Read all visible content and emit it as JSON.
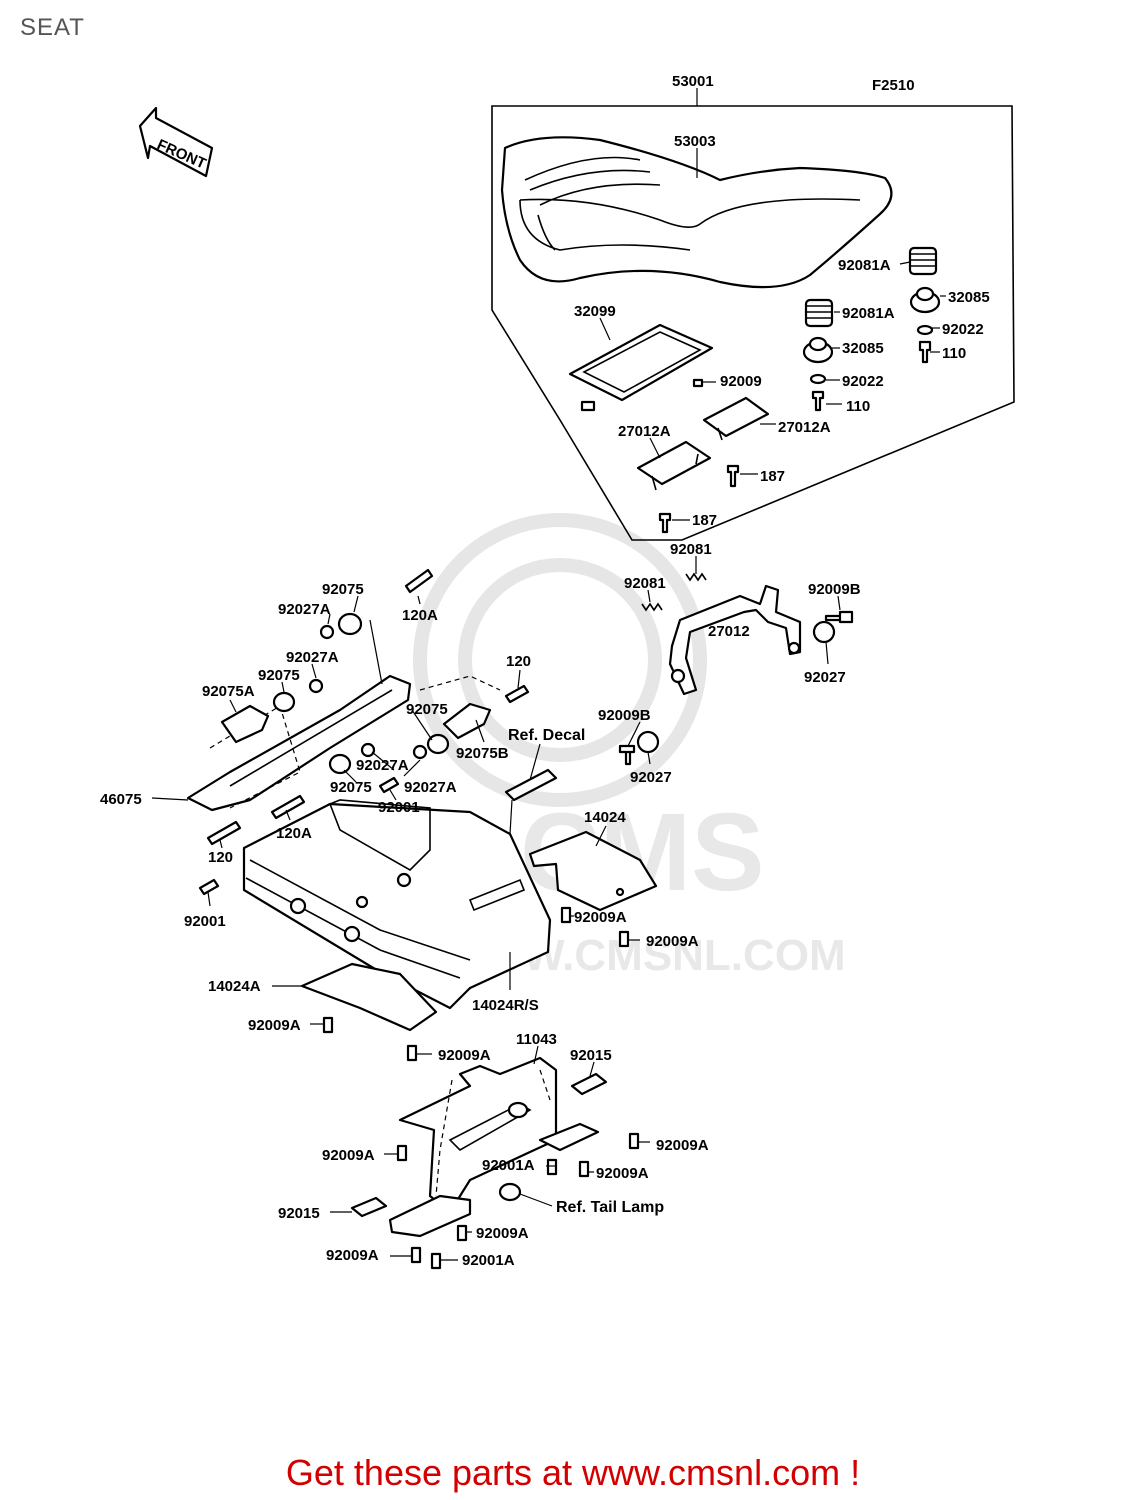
{
  "page": {
    "title": "SEAT"
  },
  "diagram": {
    "figure_code": "F2510",
    "front_label": "FRONT",
    "watermark": "CMS",
    "watermark_url": "WWW.CMSNL.COM",
    "labels": {
      "p53001": "53001",
      "p53003": "53003",
      "p92081A_a": "92081A",
      "p32085_a": "32085",
      "p92022_a": "92022",
      "p110_a": "110",
      "p32099": "32099",
      "p92081A_b": "92081A",
      "p32085_b": "32085",
      "p92009_a": "92009",
      "p92022_b": "92022",
      "p110_b": "110",
      "p27012A_a": "27012A",
      "p27012A_b": "27012A",
      "p187_a": "187",
      "p187_b": "187",
      "p92081_a": "92081",
      "p92081_b": "92081",
      "p92009B_a": "92009B",
      "p27012": "27012",
      "p92027_a": "92027",
      "p92009B_b": "92009B",
      "p92027_b": "92027",
      "p92075_a": "92075",
      "p120A_a": "120A",
      "p92027A_a": "92027A",
      "p92027A_b": "92027A",
      "p92075_b": "92075",
      "p92075A": "92075A",
      "p120_a": "120",
      "p92075_c": "92075",
      "p92075B": "92075B",
      "p_ref_decal": "Ref. Decal",
      "p92027A_c": "92027A",
      "p92075_d": "92075",
      "p92027A_d": "92027A",
      "p92001_a": "92001",
      "p46075": "46075",
      "p120A_b": "120A",
      "p120_b": "120",
      "p14024": "14024",
      "p92001_b": "92001",
      "p92009A_a": "92009A",
      "p92009A_b": "92009A",
      "p14024A": "14024A",
      "p14024RS": "14024R/S",
      "p92009A_c": "92009A",
      "p92009A_d": "92009A",
      "p11043": "11043",
      "p92015_a": "92015",
      "p92009A_e": "92009A",
      "p92009A_f": "92009A",
      "p92001A_a": "92001A",
      "p92009A_g": "92009A",
      "p_ref_tail": "Ref. Tail Lamp",
      "p92015_b": "92015",
      "p92009A_h": "92009A",
      "p92009A_i": "92009A",
      "p92001A_b": "92001A"
    }
  },
  "footer": {
    "text": "Get these parts at www.cmsnl.com !"
  }
}
